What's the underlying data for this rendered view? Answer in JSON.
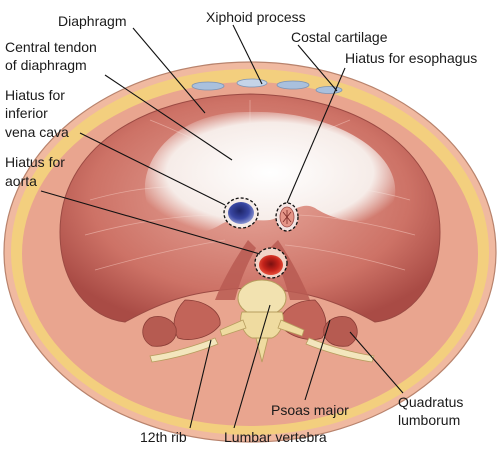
{
  "labels": {
    "diaphragm": "Diaphragm",
    "xiphoid_process": "Xiphoid process",
    "costal_cartilage": "Costal cartilage",
    "central_tendon_line1": "Central tendon",
    "central_tendon_line2": "of diaphragm",
    "hiatus_esophagus": "Hiatus for esophagus",
    "hiatus_ivc_line1": "Hiatus for",
    "hiatus_ivc_line2": "inferior",
    "hiatus_ivc_line3": "vena cava",
    "hiatus_aorta_line1": "Hiatus for",
    "hiatus_aorta_line2": "aorta",
    "rib_12": "12th rib",
    "lumbar_vertebra": "Lumbar vertebra",
    "psoas_major": "Psoas major",
    "quadratus_line1": "Quadratus",
    "quadratus_line2": "lumborum"
  },
  "colors": {
    "fat": "#f3cf7e",
    "skin": "#f0b9a0",
    "muscle": "#c9665c",
    "muscle_light": "#e19a8e",
    "tendon": "#fbf6f2",
    "ivc": "#3a4aa8",
    "aorta": "#d6352a",
    "bone": "#f2e2b0",
    "cartilage": "#a9c0dd"
  }
}
